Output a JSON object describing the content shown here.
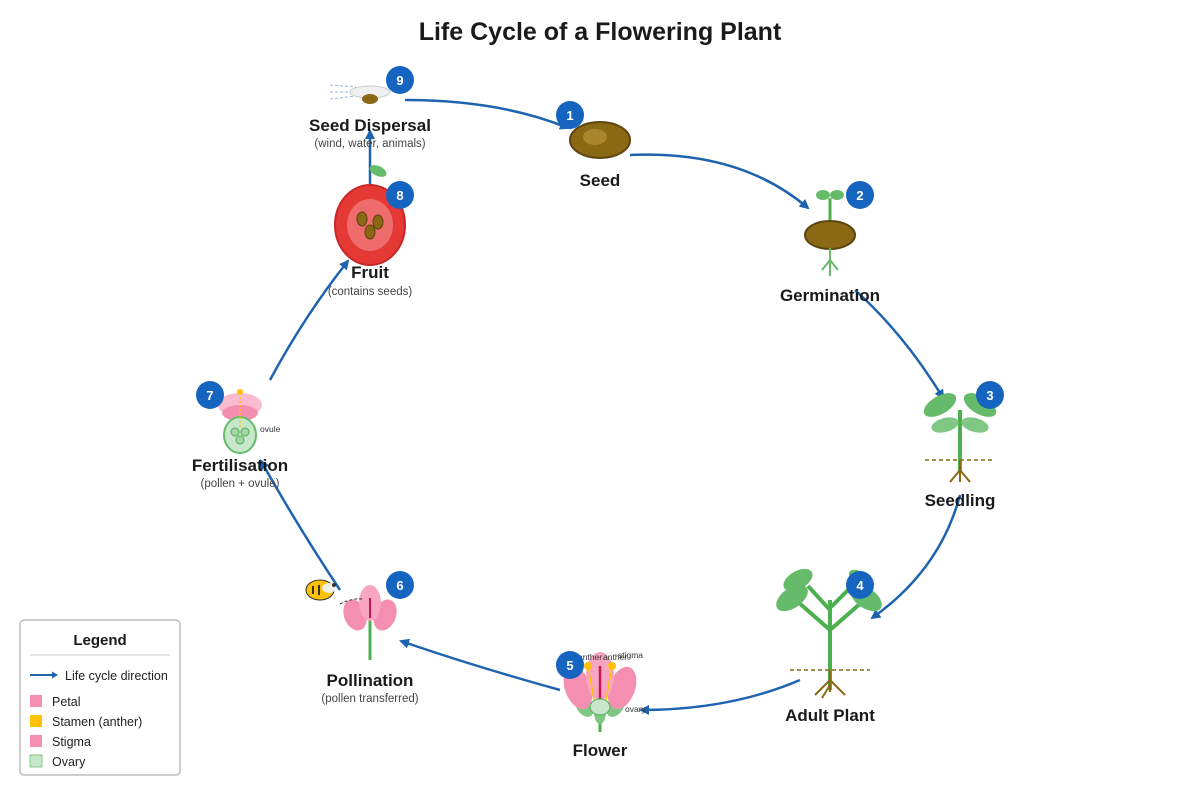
{
  "title": "Life Cycle of a Flowering Plant",
  "stages": [
    {
      "num": "1",
      "name": "Seed",
      "sub": ""
    },
    {
      "num": "2",
      "name": "Germination",
      "sub": ""
    },
    {
      "num": "3",
      "name": "Seedling",
      "sub": ""
    },
    {
      "num": "4",
      "name": "Adult Plant",
      "sub": ""
    },
    {
      "num": "5",
      "name": "Flower",
      "sub": ""
    },
    {
      "num": "6",
      "name": "Pollination",
      "sub": "(pollen transferred)"
    },
    {
      "num": "7",
      "name": "Fertilisation",
      "sub": "(pollen + ovule)"
    },
    {
      "num": "8",
      "name": "Fruit",
      "sub": "(contains seeds)"
    },
    {
      "num": "9",
      "name": "Seed Dispersal",
      "sub": "(wind, water, animals)"
    }
  ],
  "part_labels": {
    "anther": "anther",
    "stigma": "stigma",
    "ovary": "ovary",
    "ovule": "ovule"
  },
  "legend": {
    "title": "Legend",
    "items": [
      {
        "label": "Life cycle direction",
        "color": "#1e63b0"
      },
      {
        "label": "Petal",
        "color": "#f48fb1"
      },
      {
        "label": "Stamen (anther)",
        "color": "#ffc107"
      },
      {
        "label": "Stigma",
        "color": "#f48fb1"
      },
      {
        "label": "Ovary",
        "color": "#c8e6c9"
      }
    ]
  },
  "colors": {
    "arrow": "#1e63b0",
    "badge": "#1565c0",
    "seed": "#8b6914",
    "leaf": "#66bb6a",
    "stem": "#4caf50",
    "petal": "#f48fb1",
    "stamen": "#ffc107",
    "fruit": "#e53935",
    "soil": "#8b6914"
  }
}
